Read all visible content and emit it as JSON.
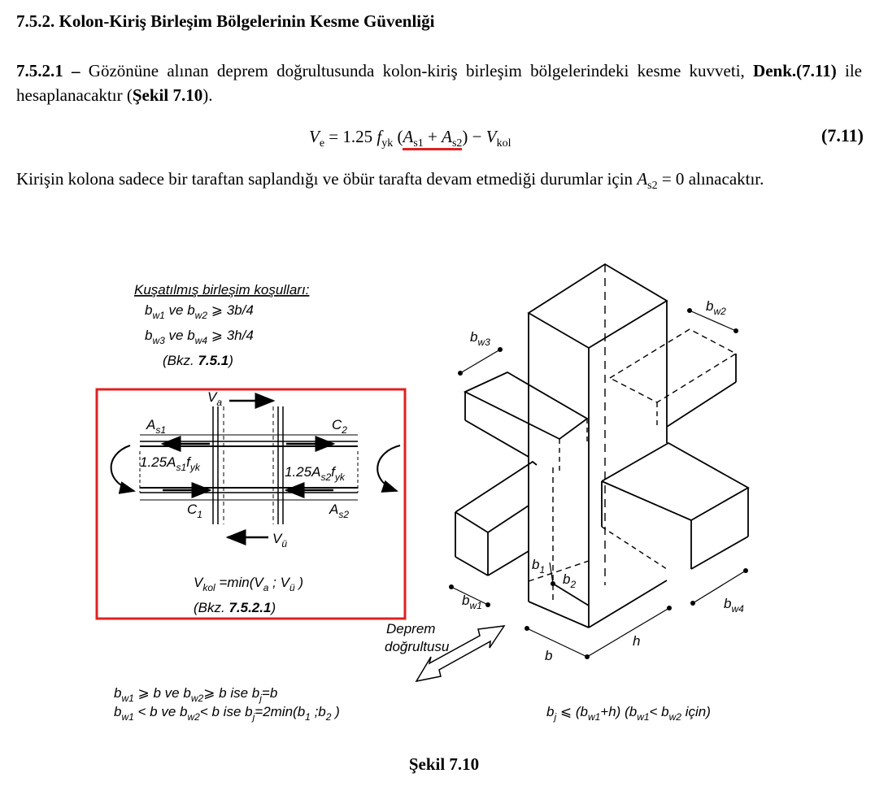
{
  "heading": "7.5.2. Kolon-Kiriş Birleşim Bölgelerinin Kesme Güvenliği",
  "para1": {
    "num": "7.5.2.1 –",
    "text_a": " Gözönüne alınan deprem doğrultusunda kolon-kiriş birleşim bölgelerindeki kesme kuvveti, ",
    "ref_eq": "Denk.(7.11)",
    "text_b": " ile hesaplanacaktır (",
    "ref_fig": "Şekil 7.10",
    "text_c": ")."
  },
  "equation": {
    "lhs": "V",
    "lhs_sub": "e",
    "coef": " = 1.25 ",
    "f": "f",
    "f_sub": "yk",
    "open": " (",
    "a1": "A",
    "a1_sub": "s1",
    "plus": " + ",
    "a2": "A",
    "a2_sub": "s2",
    "close": ") − ",
    "v": "V",
    "v_sub": "kol",
    "number": "(7.11)"
  },
  "para2": {
    "text": "Kirişin kolona sadece bir taraftan saplandığı ve öbür tarafta devam etmediği durumlar için ",
    "a": "A",
    "a_sub": "s2",
    "eq": " = 0",
    "tail": "  alınacaktır."
  },
  "figure": {
    "conditions_title": "Kuşatılmış birleşim koşulları:",
    "cond1": "b  ve  b  ⩾ 3b/4",
    "cond1_s1": "w1",
    "cond1_s2": "w2",
    "cond2_s1": "w3",
    "cond2_s2": "w4",
    "cond2": "b  ve  b  ⩾ 3h/4",
    "ref1_pre": "(Bkz. ",
    "ref1_num": "7.5.1",
    "ref1_post": ")",
    "detail": {
      "va": "V",
      "va_sub": "a",
      "vu": "V",
      "vu_sub": "ü",
      "as1": "A",
      "as1_sub": "s1",
      "as2": "A",
      "as2_sub": "s2",
      "c1": "C",
      "c1_sub": "1",
      "c2": "C",
      "c2_sub": "2",
      "force1": "1.25A",
      "force1_sub": "s1",
      "force1_f": "f",
      "force1_fsub": "yk",
      "force2": "1.25A",
      "force2_sub": "s2",
      "force2_f": "f",
      "force2_fsub": "yk",
      "vkol": "V",
      "vkol_sub": "kol",
      "vkol_rest": " =min(V",
      "vkol_a": "a",
      "vkol_mid": " ; V",
      "vkol_u": "ü",
      "vkol_end": " )",
      "ref2_pre": "(Bkz. ",
      "ref2_num": "7.5.2.1",
      "ref2_post": ")"
    },
    "labels": {
      "bw1": "b",
      "bw1_sub": "w1",
      "bw2": "b",
      "bw2_sub": "w2",
      "bw3": "b",
      "bw3_sub": "w3",
      "bw4": "b",
      "bw4_sub": "w4",
      "b1": "b",
      "b1_sub": "1",
      "b2": "b",
      "b2_sub": "2",
      "b": "b",
      "h": "h",
      "deprem1": "Deprem",
      "deprem2": "doğrultusu"
    },
    "rule1": "b  ⩾ b   ve  b  ⩾ b    ise   b =b",
    "rule2": "b  < b   ve  b  < b    ise   b =2min(b  ;b  )",
    "rule3": "b  ⩽ (b   +h)   (b   < b      için)",
    "box_color": "#e02020",
    "caption": "Şekil 7.10"
  }
}
